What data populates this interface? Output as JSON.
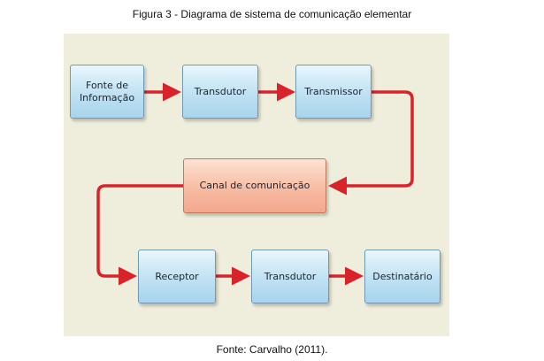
{
  "figure_title": "Figura 3 - Diagrama de sistema de comunicação elementar",
  "source_note": "Fonte: Carvalho (2011).",
  "nodes": {
    "source": [
      "Fonte de",
      "Informação"
    ],
    "transducer_1": "Transdutor",
    "transmitter": "Transmissor",
    "channel": "Canal de comunicação",
    "receiver": "Receptor",
    "transducer_2": "Transdutor",
    "destination": "Destinatário"
  },
  "colors": {
    "node_fill": "#bfe1f3",
    "channel_fill": "#f7b9a0",
    "arrow": "#d9232a",
    "panel_background": "#efeedd"
  }
}
